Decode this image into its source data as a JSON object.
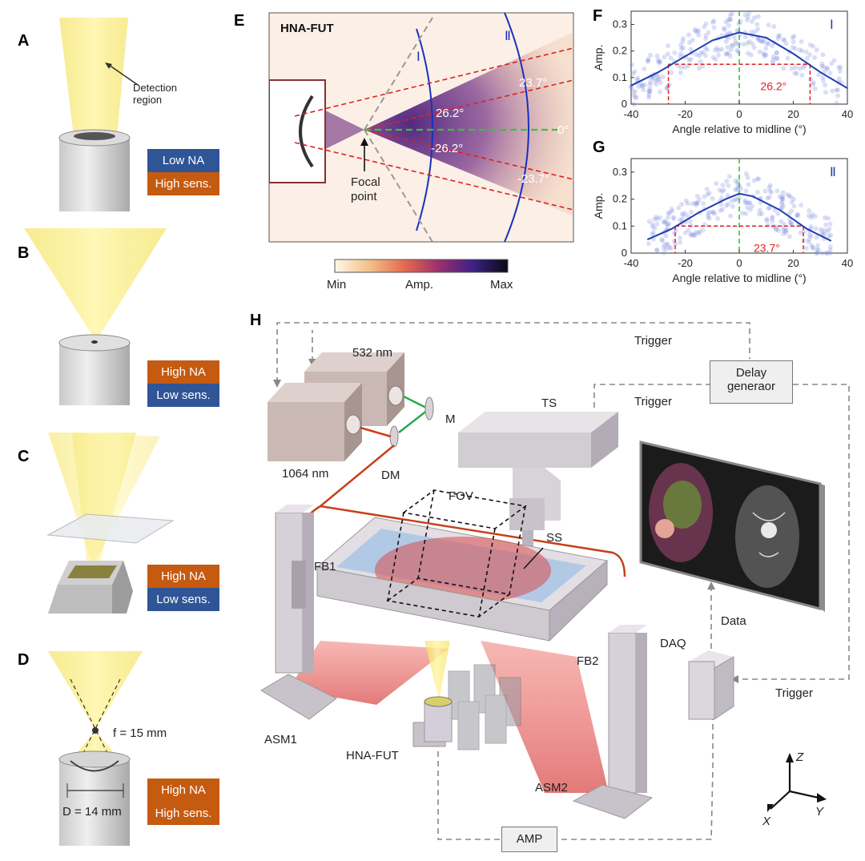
{
  "panels": {
    "A": {
      "letter": "A",
      "annotation_line1": "Detection",
      "annotation_line2": "region",
      "tag_top": "Low NA",
      "tag_bottom": "High sens."
    },
    "B": {
      "letter": "B",
      "tag_top": "High NA",
      "tag_bottom": "Low sens."
    },
    "C": {
      "letter": "C",
      "tag_top": "High NA",
      "tag_bottom": "Low sens."
    },
    "D": {
      "letter": "D",
      "focal_label": "f = 15 mm",
      "diameter_label": "D = 14 mm",
      "tag_top": "High NA",
      "tag_bottom": "High sens."
    },
    "E": {
      "letter": "E",
      "title": "HNA-FUT",
      "region1": "Ⅰ",
      "region2": "Ⅱ",
      "angles": [
        "23.7°",
        "26.2°",
        "0°",
        "-26.2°",
        "-23.7°"
      ],
      "focal_line1": "Focal",
      "focal_line2": "point",
      "colorbar": {
        "min": "Min",
        "mid": "Amp.",
        "max": "Max"
      }
    },
    "H": {
      "letter": "H"
    }
  },
  "chart_data": [
    {
      "panel": "F",
      "type": "scatter",
      "region_label": "Ⅰ",
      "xlabel": "Angle relative to midline (°)",
      "ylabel": "Amp.",
      "xlim": [
        -40,
        40
      ],
      "ylim": [
        0,
        0.35
      ],
      "xticks": [
        "-40",
        "-20",
        "0",
        "20",
        "40"
      ],
      "yticks": [
        "0",
        "0.1",
        "0.2",
        "0.3"
      ],
      "fit_curve": {
        "x": [
          -40,
          -30,
          -20,
          -10,
          0,
          10,
          20,
          30,
          40
        ],
        "y": [
          0.07,
          0.12,
          0.18,
          0.24,
          0.27,
          0.25,
          0.19,
          0.12,
          0.06
        ]
      },
      "half_width_level": 0.15,
      "half_width_angle": "26.2°",
      "half_width_x": [
        -26.2,
        26.2
      ]
    },
    {
      "panel": "G",
      "type": "scatter",
      "region_label": "Ⅱ",
      "xlabel": "Angle relative to midline (°)",
      "ylabel": "Amp.",
      "xlim": [
        -40,
        40
      ],
      "ylim": [
        0,
        0.35
      ],
      "xticks": [
        "-40",
        "-20",
        "0",
        "20",
        "40"
      ],
      "yticks": [
        "0",
        "0.1",
        "0.2",
        "0.3"
      ],
      "fit_curve": {
        "x": [
          -34,
          -25,
          -15,
          -5,
          0,
          5,
          15,
          25,
          34
        ],
        "y": [
          0.05,
          0.09,
          0.15,
          0.2,
          0.22,
          0.21,
          0.16,
          0.09,
          0.045
        ]
      },
      "half_width_level": 0.1,
      "half_width_angle": "23.7°",
      "half_width_x": [
        -23.7,
        23.7
      ]
    }
  ],
  "setup": {
    "laser_532": "532 nm",
    "laser_1064": "1064 nm",
    "mirror": "M",
    "dichroic": "DM",
    "trigger1": "Trigger",
    "trigger2": "Trigger",
    "trigger3": "Trigger",
    "delay_line1": "Delay",
    "delay_line2": "generaor",
    "ts": "TS",
    "fov": "FOV",
    "ss": "SS",
    "fb1": "FB1",
    "fb2": "FB2",
    "asm1": "ASM1",
    "asm2": "ASM2",
    "hnafut": "HNA-FUT",
    "daq": "DAQ",
    "data": "Data",
    "amp": "AMP",
    "axis_z": "Z",
    "axis_y": "Y",
    "axis_x": "X"
  },
  "colors": {
    "beam_yellow": "#f5e87a",
    "laser_red": "#d63a1a",
    "laser_green": "#2aa84a",
    "tag_blue": "#2f5597",
    "tag_orange": "#c55a11",
    "fit_blue": "#1f3fb0",
    "guide_red": "#e02020",
    "guide_green": "#3ac23a"
  }
}
